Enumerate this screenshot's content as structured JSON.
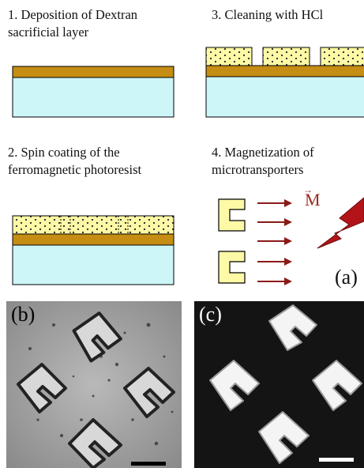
{
  "steps": {
    "step1": "1. Deposition of Dextran\nsacrificial layer",
    "step2": "2. Spin coating of the\nferromagnetic photoresist",
    "step3": "3. Cleaning with HCl",
    "step4": "4. Magnetization of\nmicrotransporters"
  },
  "magnetization_symbol": "M",
  "panel_labels": {
    "a": "(a)",
    "b": "(b)",
    "c": "(c)"
  },
  "colors": {
    "substrate": "#cdf6f9",
    "sacrificial_layer": "#c58d14",
    "photoresist": "#fdf9a6",
    "field_arrow": "#8b1a17",
    "lightning": "#b2141a"
  }
}
